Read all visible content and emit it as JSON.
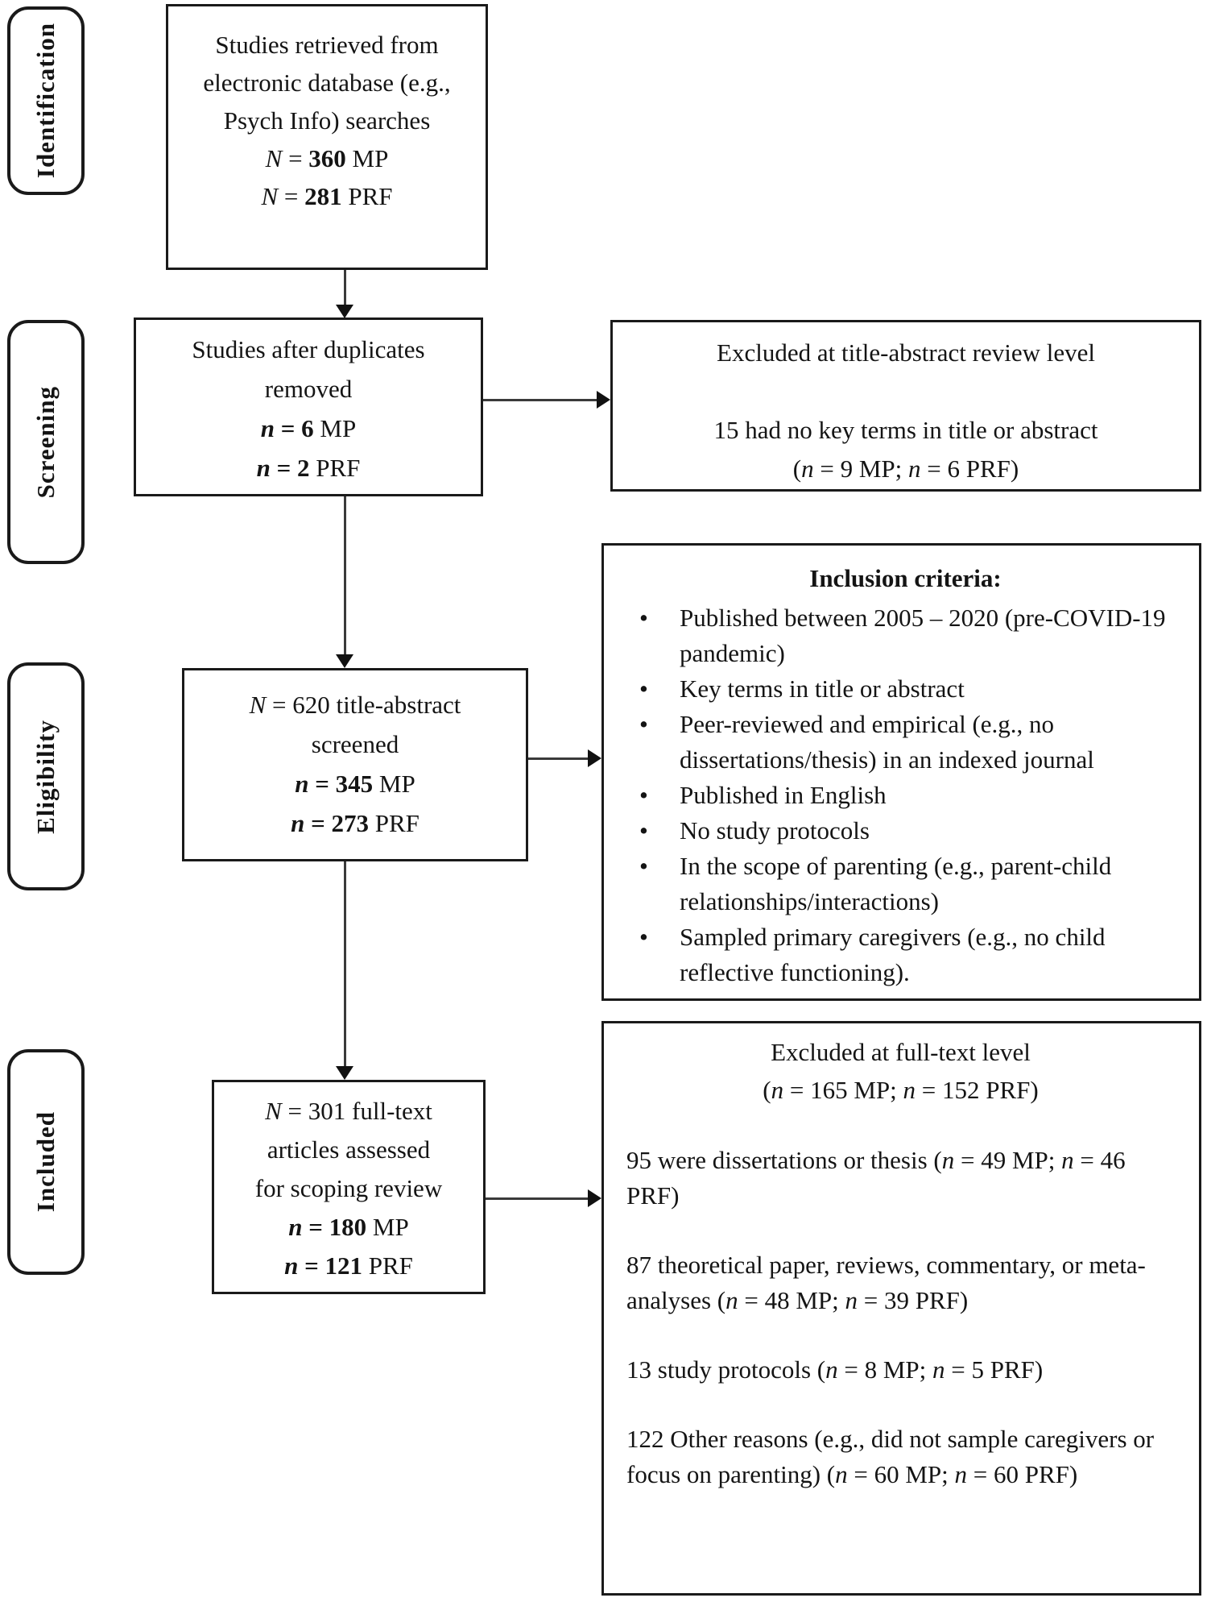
{
  "colors": {
    "box_border": "#1a1a1a",
    "text": "#141414",
    "connector": "#3a3a3a"
  },
  "rail": {
    "items": [
      "Identification",
      "Screening",
      "Eligibility",
      "Included"
    ]
  },
  "boxes": {
    "retrieved": {
      "lines": [
        [
          {
            "t": "Studies retrieved from"
          }
        ],
        [
          {
            "t": "electronic database (e.g.,"
          }
        ],
        [
          {
            "t": "Psych Info) searches"
          }
        ],
        [
          {
            "t": "N",
            "s": "i"
          },
          {
            "t": " = "
          },
          {
            "t": "360",
            "s": "b"
          },
          {
            "t": " MP"
          }
        ],
        [
          {
            "t": "N",
            "s": "i"
          },
          {
            "t": " = "
          },
          {
            "t": "281",
            "s": "b"
          },
          {
            "t": " PRF"
          }
        ]
      ]
    },
    "dedup": {
      "lines": [
        [
          {
            "t": "Studies after duplicates"
          }
        ],
        [
          {
            "t": "removed"
          }
        ],
        [
          {
            "t": "n",
            "s": "bi"
          },
          {
            "t": " = ",
            "s": "b"
          },
          {
            "t": "6",
            "s": "b"
          },
          {
            "t": " MP"
          }
        ],
        [
          {
            "t": "n",
            "s": "bi"
          },
          {
            "t": " = ",
            "s": "b"
          },
          {
            "t": "2",
            "s": "b"
          },
          {
            "t": " PRF"
          }
        ]
      ]
    },
    "excluded_title_abstract": {
      "lines": [
        [
          {
            "t": "Excluded at title-abstract review level"
          }
        ],
        [],
        [
          {
            "t": "15 had no key terms in title or abstract"
          }
        ],
        [
          {
            "t": "("
          },
          {
            "t": "n",
            "s": "i"
          },
          {
            "t": " = 9 MP; "
          },
          {
            "t": "n",
            "s": "i"
          },
          {
            "t": " = 6 PRF)"
          }
        ]
      ]
    },
    "screened": {
      "lines": [
        [
          {
            "t": "N",
            "s": "i"
          },
          {
            "t": " = 620 title-abstract"
          }
        ],
        [
          {
            "t": "screened"
          }
        ],
        [
          {
            "t": "n",
            "s": "bi"
          },
          {
            "t": " = ",
            "s": "b"
          },
          {
            "t": "345",
            "s": "b"
          },
          {
            "t": " MP"
          }
        ],
        [
          {
            "t": "n",
            "s": "bi"
          },
          {
            "t": " = ",
            "s": "b"
          },
          {
            "t": "273",
            "s": "b"
          },
          {
            "t": " PRF"
          }
        ]
      ]
    },
    "inclusion": {
      "title": "Inclusion criteria:",
      "items": [
        "Published between 2005 – 2020 (pre-COVID-19 pandemic)",
        "Key terms in title or abstract",
        "Peer-reviewed and empirical (e.g., no dissertations/thesis) in an indexed journal",
        "Published in English",
        "No study protocols",
        "In the scope of parenting (e.g., parent-child relationships/interactions)",
        "Sampled primary caregivers (e.g., no child reflective functioning)."
      ]
    },
    "included": {
      "lines": [
        [
          {
            "t": "N",
            "s": "i"
          },
          {
            "t": " = 301 full-text"
          }
        ],
        [
          {
            "t": "articles assessed"
          }
        ],
        [
          {
            "t": "for scoping review"
          }
        ],
        [
          {
            "t": "n",
            "s": "bi"
          },
          {
            "t": " = ",
            "s": "b"
          },
          {
            "t": "180",
            "s": "b"
          },
          {
            "t": " MP"
          }
        ],
        [
          {
            "t": "n",
            "s": "bi"
          },
          {
            "t": " = ",
            "s": "b"
          },
          {
            "t": "121",
            "s": "b"
          },
          {
            "t": " PRF"
          }
        ]
      ]
    },
    "excluded_full_text": {
      "head": [
        [
          {
            "t": "Excluded at full-text level"
          }
        ],
        [
          {
            "t": "("
          },
          {
            "t": "n",
            "s": "i"
          },
          {
            "t": " = 165 MP; "
          },
          {
            "t": "n",
            "s": "i"
          },
          {
            "t": " = 152 PRF)"
          }
        ]
      ],
      "paras": [
        [
          {
            "t": "95 were dissertations or thesis ("
          },
          {
            "t": "n",
            "s": "i"
          },
          {
            "t": " = 49 MP; "
          },
          {
            "t": "n",
            "s": "i"
          },
          {
            "t": " = 46 PRF)"
          }
        ],
        [
          {
            "t": "87 theoretical paper, reviews, commentary, or meta-analyses ("
          },
          {
            "t": "n",
            "s": "i"
          },
          {
            "t": " = 48 MP; "
          },
          {
            "t": "n",
            "s": "i"
          },
          {
            "t": " = 39 PRF)"
          }
        ],
        [
          {
            "t": "13 study protocols ("
          },
          {
            "t": "n",
            "s": "i"
          },
          {
            "t": " = 8 MP; "
          },
          {
            "t": "n",
            "s": "i"
          },
          {
            "t": " = 5 PRF)"
          }
        ],
        [
          {
            "t": "122 Other reasons (e.g., did not sample caregivers or focus on parenting) ("
          },
          {
            "t": "n",
            "s": "i"
          },
          {
            "t": " = 60 MP; "
          },
          {
            "t": "n",
            "s": "i"
          },
          {
            "t": " = 60 PRF)"
          }
        ]
      ]
    }
  }
}
